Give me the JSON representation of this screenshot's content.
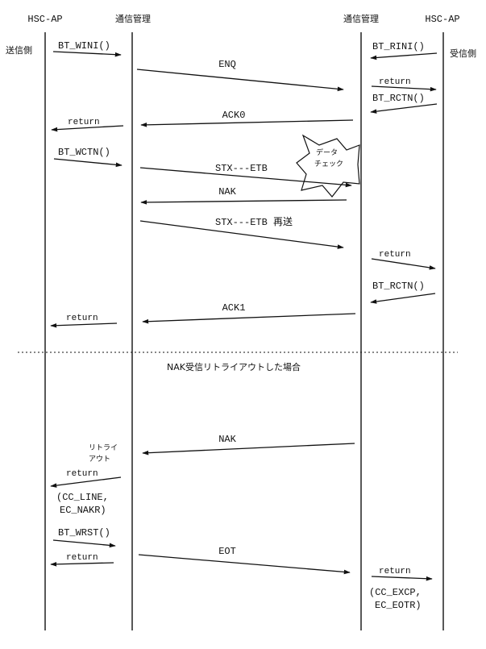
{
  "headers": {
    "sender_ap": "HSC-AP",
    "sender_comm": "通信管理",
    "receiver_comm": "通信管理",
    "receiver_ap": "HSC-AP",
    "sender_side": "送信側",
    "receiver_side": "受信側"
  },
  "messages": {
    "bt_wini": "BT_WINI()",
    "bt_rini": "BT_RINI()",
    "enq": "ENQ",
    "return_rini": "return",
    "bt_rctn_1": "BT_RCTN()",
    "ack0": "ACK0",
    "return_ack0": "return",
    "bt_wctn": "BT_WCTN()",
    "stx_etb": "STX---ETB",
    "nak_1": "NAK",
    "stx_etb_resend": "STX---ETB 再送",
    "return_recv_1": "return",
    "bt_rctn_2": "BT_RCTN()",
    "ack1": "ACK1",
    "return_ack1": "return",
    "nak_2": "NAK",
    "return_retry": "return",
    "bt_wrst": "BT_WRST()",
    "return_wrst": "return",
    "eot": "EOT",
    "return_eot": "return"
  },
  "annotations": {
    "data_check_line1": "データ",
    "data_check_line2": "チェック",
    "section_title": "NAK受信リトライアウトした場合",
    "retry_out_line1": "リトライ",
    "retry_out_line2": "アウト",
    "cc_line_1": "(CC_LINE,",
    "cc_line_2": "EC_NAKR)",
    "cc_excp_1": "(CC_EXCP,",
    "cc_excp_2": "EC_EOTR)"
  }
}
